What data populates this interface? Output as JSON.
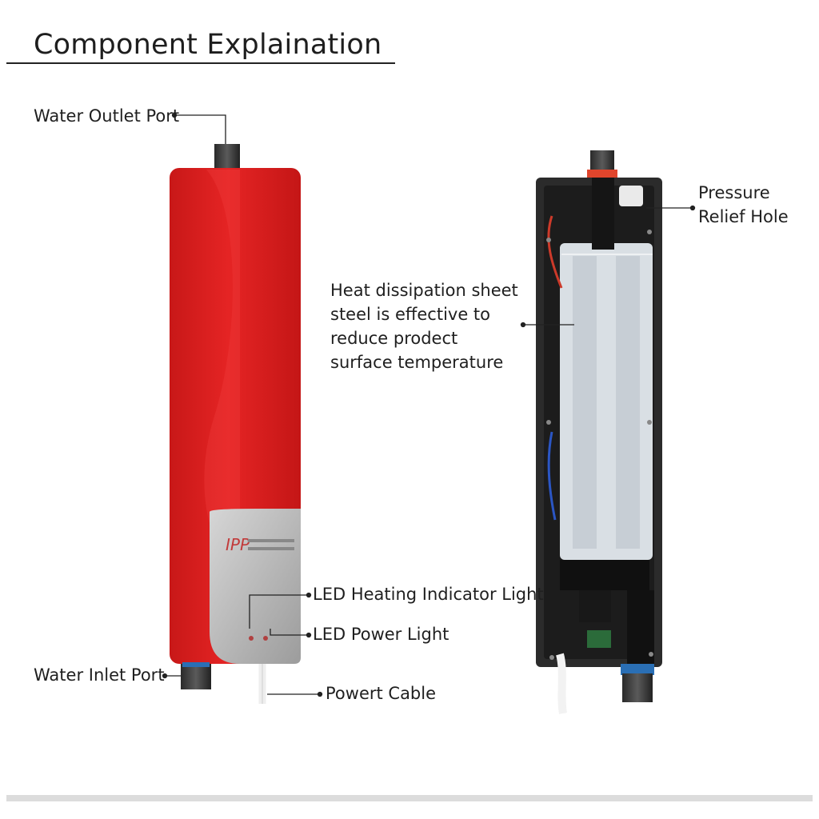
{
  "title": "Component Explaination",
  "labels": {
    "water_outlet_port": "Water Outlet Port",
    "pressure_relief_hole_line1": "Pressure",
    "pressure_relief_hole_line2": "Relief Hole",
    "heat_dissipation": "Heat dissipation sheet steel is effective to reduce prodect surface temperature",
    "led_heating_indicator": "LED Heating Indicator Light",
    "led_power_light": "LED Power Light",
    "water_inlet_port": "Water Inlet Port",
    "power_cable": "Powert Cable"
  },
  "colors": {
    "heater_body": "#e02020",
    "heater_panel": "#b8b8b8",
    "interior_housing": "#2a2a2a",
    "heating_element": "#cfd6dc"
  }
}
